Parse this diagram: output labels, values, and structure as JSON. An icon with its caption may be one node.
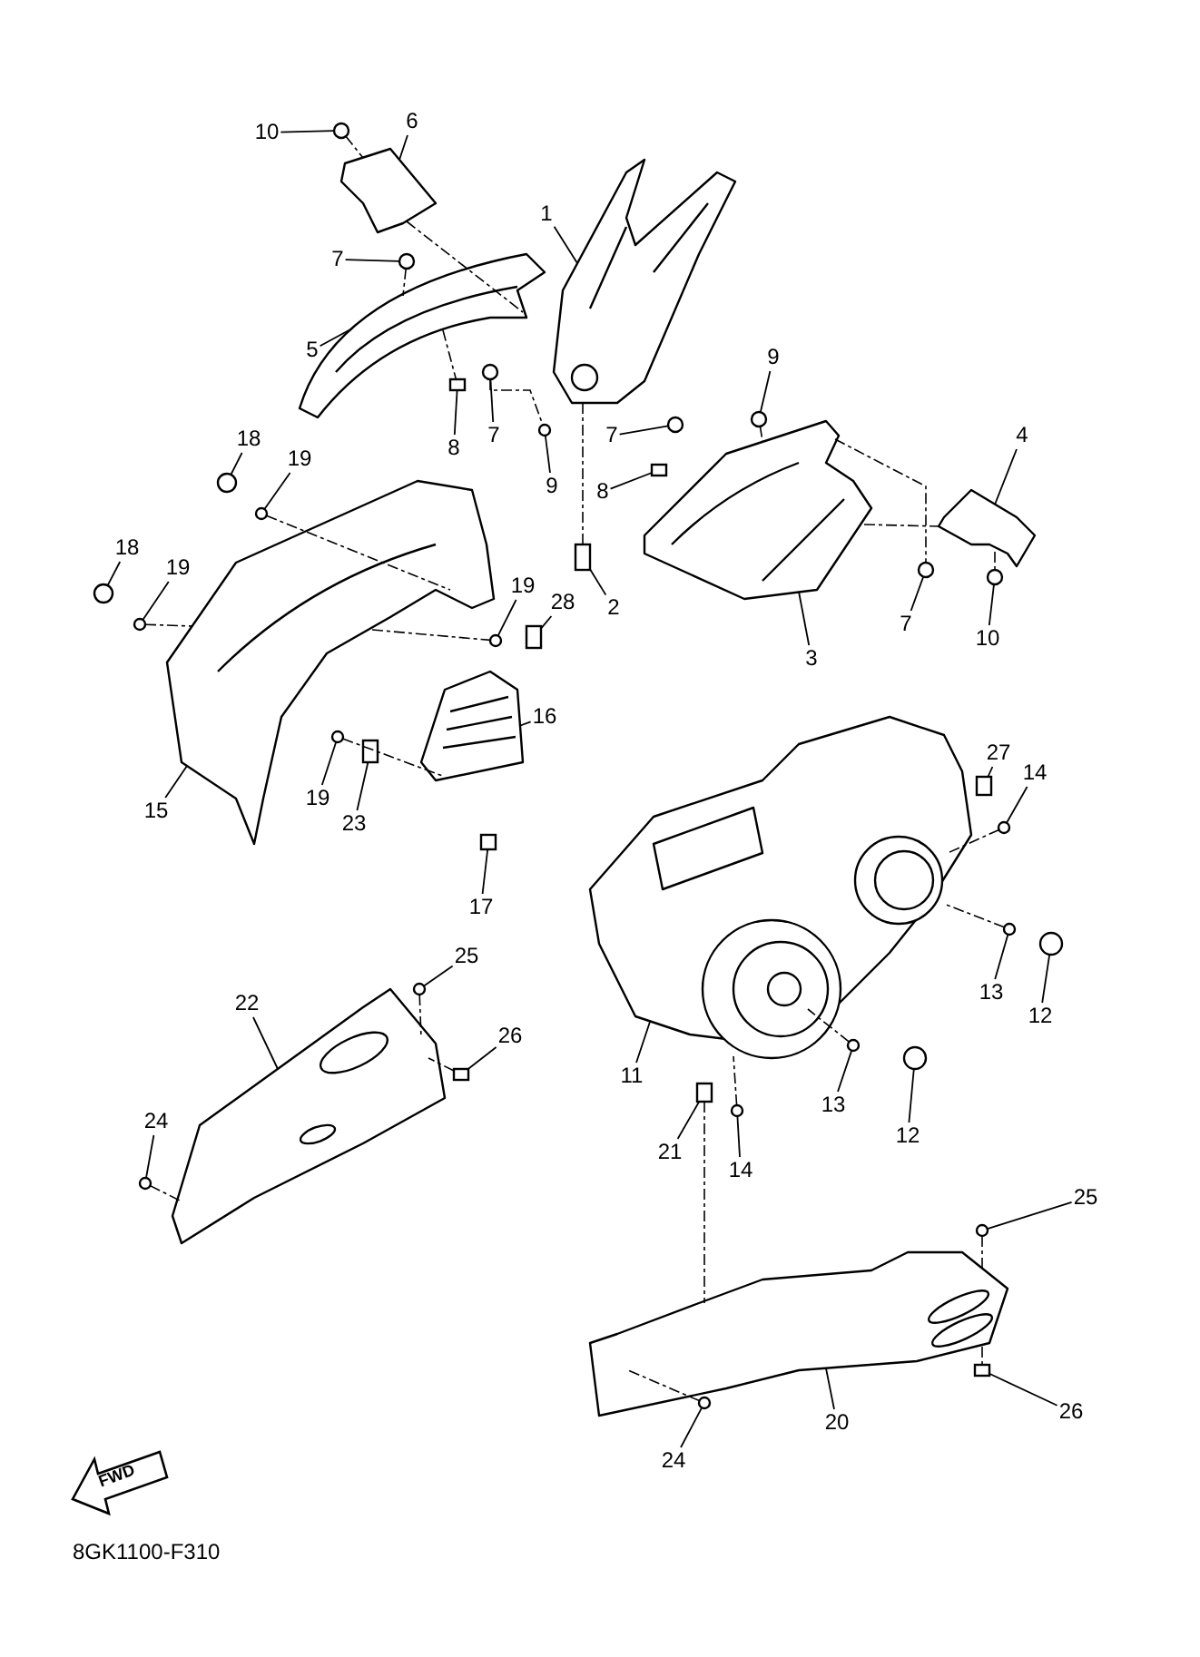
{
  "diagram": {
    "nodes": [
      {
        "text": [
          "10"
        ]
      },
      {
        "text": [
          "6"
        ]
      },
      {
        "text": [
          "1"
        ]
      },
      {
        "text": [
          "7"
        ]
      },
      {
        "text": [
          "5"
        ]
      },
      {
        "text": [
          "9"
        ]
      },
      {
        "text": [
          "7"
        ]
      },
      {
        "text": [
          "7"
        ]
      },
      {
        "text": [
          "8"
        ]
      },
      {
        "text": [
          "9"
        ]
      },
      {
        "text": [
          "18"
        ]
      },
      {
        "text": [
          "19"
        ]
      },
      {
        "text": [
          "8"
        ]
      },
      {
        "text": [
          "4"
        ]
      },
      {
        "text": [
          "18"
        ]
      },
      {
        "text": [
          "19"
        ]
      },
      {
        "text": [
          "19"
        ]
      },
      {
        "text": [
          "28"
        ]
      },
      {
        "text": [
          "2"
        ]
      },
      {
        "text": [
          "3"
        ]
      },
      {
        "text": [
          "7"
        ]
      },
      {
        "text": [
          "10"
        ]
      },
      {
        "text": [
          "16"
        ]
      },
      {
        "text": [
          "15"
        ]
      },
      {
        "text": [
          "19"
        ]
      },
      {
        "text": [
          "23"
        ]
      },
      {
        "text": [
          "27"
        ]
      },
      {
        "text": [
          "14"
        ]
      },
      {
        "text": [
          "17"
        ]
      },
      {
        "text": [
          "25"
        ]
      },
      {
        "text": [
          "22"
        ]
      },
      {
        "text": [
          "11"
        ]
      },
      {
        "text": [
          "13"
        ]
      },
      {
        "text": [
          "12"
        ]
      },
      {
        "text": [
          "26"
        ]
      },
      {
        "text": [
          "13"
        ]
      },
      {
        "text": [
          "12"
        ]
      },
      {
        "text": [
          "21"
        ]
      },
      {
        "text": [
          "14"
        ]
      },
      {
        "text": [
          "24"
        ]
      },
      {
        "text": [
          "25"
        ]
      },
      {
        "text": [
          "20"
        ]
      },
      {
        "text": [
          "24"
        ]
      },
      {
        "text": [
          "26"
        ]
      },
      {
        "text": [],
        "shape": "circle"
      },
      {
        "text": [],
        "shape": "picture"
      },
      {
        "text": [],
        "shape": "picture"
      },
      {
        "text": [],
        "shape": "circle"
      },
      {
        "text": [],
        "shape": "picture"
      },
      {
        "text": [],
        "shape": "circle"
      },
      {
        "text": [],
        "shape": "circle"
      },
      {
        "text": [],
        "shape": "circle"
      },
      {
        "text": [],
        "shape": "box"
      },
      {
        "text": [],
        "shape": "circle"
      },
      {
        "text": [],
        "shape": "circle"
      },
      {
        "text": [],
        "shape": "circle"
      },
      {
        "text": [],
        "shape": "box"
      },
      {
        "text": [],
        "shape": "picture"
      },
      {
        "text": [],
        "shape": "circle"
      },
      {
        "text": [],
        "shape": "circle"
      },
      {
        "text": [],
        "shape": "circle"
      },
      {
        "text": [],
        "shape": "box"
      },
      {
        "text": [],
        "shape": "box"
      },
      {
        "text": [],
        "shape": "picture"
      },
      {
        "text": [],
        "shape": "circle"
      },
      {
        "text": [],
        "shape": "circle"
      },
      {
        "text": [],
        "shape": "picture"
      },
      {
        "text": [],
        "shape": "picture"
      },
      {
        "text": [],
        "shape": "circle"
      },
      {
        "text": [],
        "shape": "box"
      },
      {
        "text": [],
        "shape": "box"
      },
      {
        "text": [],
        "shape": "circle"
      },
      {
        "text": [],
        "shape": "box"
      },
      {
        "text": [],
        "shape": "circle"
      },
      {
        "text": [],
        "shape": "picture"
      },
      {
        "text": [],
        "shape": "picture"
      },
      {
        "text": [],
        "shape": "circle"
      },
      {
        "text": [],
        "shape": "circle"
      },
      {
        "text": [],
        "shape": "box"
      },
      {
        "text": [],
        "shape": "circle"
      },
      {
        "text": [],
        "shape": "circle"
      },
      {
        "text": [],
        "shape": "box"
      },
      {
        "text": [],
        "shape": "circle"
      },
      {
        "text": [],
        "shape": "circle"
      },
      {
        "text": [],
        "shape": "circle"
      },
      {
        "text": [],
        "shape": "picture"
      },
      {
        "text": [],
        "shape": "circle"
      },
      {
        "text": [],
        "shape": "box"
      }
    ],
    "edges": [
      {
        "from": 0,
        "to": 44,
        "arrow": "none"
      },
      {
        "from": 1,
        "to": 45,
        "arrow": "none"
      },
      {
        "from": 2,
        "to": 46,
        "arrow": "none"
      },
      {
        "from": 3,
        "to": 47,
        "arrow": "none"
      },
      {
        "from": 4,
        "to": 48,
        "arrow": "none"
      },
      {
        "from": 5,
        "to": 49,
        "arrow": "none"
      },
      {
        "from": 6,
        "to": 50,
        "arrow": "none"
      },
      {
        "from": 7,
        "to": 51,
        "arrow": "none"
      },
      {
        "from": 8,
        "to": 52,
        "arrow": "none"
      },
      {
        "from": 9,
        "to": 53,
        "arrow": "none"
      },
      {
        "from": 10,
        "to": 54,
        "arrow": "none"
      },
      {
        "from": 11,
        "to": 55,
        "arrow": "none"
      },
      {
        "from": 12,
        "to": 56,
        "arrow": "none"
      },
      {
        "from": 13,
        "to": 57,
        "arrow": "none"
      },
      {
        "from": 14,
        "to": 58,
        "arrow": "none"
      },
      {
        "from": 15,
        "to": 59,
        "arrow": "none"
      },
      {
        "from": 16,
        "to": 60,
        "arrow": "none"
      },
      {
        "from": 17,
        "to": 61,
        "arrow": "none"
      },
      {
        "from": 18,
        "to": 62,
        "arrow": "none"
      },
      {
        "from": 19,
        "to": 63,
        "arrow": "none"
      },
      {
        "from": 20,
        "to": 64,
        "arrow": "none"
      },
      {
        "from": 21,
        "to": 65,
        "arrow": "none"
      },
      {
        "from": 22,
        "to": 66,
        "arrow": "none"
      },
      {
        "from": 23,
        "to": 67,
        "arrow": "none"
      },
      {
        "from": 24,
        "to": 68,
        "arrow": "none"
      },
      {
        "from": 25,
        "to": 69,
        "arrow": "none"
      },
      {
        "from": 26,
        "to": 70,
        "arrow": "none"
      },
      {
        "from": 27,
        "to": 71,
        "arrow": "none"
      },
      {
        "from": 28,
        "to": 72,
        "arrow": "none"
      },
      {
        "from": 29,
        "to": 73,
        "arrow": "none"
      },
      {
        "from": 30,
        "to": 74,
        "arrow": "none"
      },
      {
        "from": 31,
        "to": 75,
        "arrow": "none"
      },
      {
        "from": 32,
        "to": 76,
        "arrow": "none"
      },
      {
        "from": 33,
        "to": 77,
        "arrow": "none"
      },
      {
        "from": 34,
        "to": 78,
        "arrow": "none"
      },
      {
        "from": 35,
        "to": 79,
        "arrow": "none"
      },
      {
        "from": 36,
        "to": 80,
        "arrow": "none"
      },
      {
        "from": 37,
        "to": 81,
        "arrow": "none"
      },
      {
        "from": 38,
        "to": 82,
        "arrow": "none"
      },
      {
        "from": 39,
        "to": 83,
        "arrow": "none"
      },
      {
        "from": 40,
        "to": 84,
        "arrow": "none"
      },
      {
        "from": 41,
        "to": 85,
        "arrow": "none"
      },
      {
        "from": 42,
        "to": 86,
        "arrow": "none"
      },
      {
        "from": 43,
        "to": 87,
        "arrow": "none"
      },
      {
        "from": 44,
        "to": 45,
        "arrow": "none",
        "style": "dashed"
      },
      {
        "from": 45,
        "to": 48,
        "arrow": "none",
        "style": "dashed"
      },
      {
        "from": 47,
        "to": 48,
        "arrow": "none",
        "style": "dashed"
      },
      {
        "from": 51,
        "to": 53,
        "arrow": "none",
        "style": "dashed"
      },
      {
        "from": 46,
        "to": 62,
        "arrow": "none",
        "style": "dashed"
      },
      {
        "from": 49,
        "to": 63,
        "arrow": "none",
        "style": "dashed"
      },
      {
        "from": 63,
        "to": 64,
        "arrow": "none",
        "style": "dashed"
      },
      {
        "from": 57,
        "to": 65,
        "arrow": "none",
        "style": "dashed"
      },
      {
        "from": 55,
        "to": 67,
        "arrow": "none",
        "style": "dashed"
      },
      {
        "from": 59,
        "to": 67,
        "arrow": "none",
        "style": "dashed"
      },
      {
        "from": 68,
        "to": 66,
        "arrow": "none",
        "style": "dashed"
      },
      {
        "from": 71,
        "to": 75,
        "arrow": "none",
        "style": "dashed"
      },
      {
        "from": 76,
        "to": 75,
        "arrow": "none",
        "style": "dashed"
      },
      {
        "from": 79,
        "to": 75,
        "arrow": "none",
        "style": "dashed"
      },
      {
        "from": 82,
        "to": 75,
        "arrow": "none",
        "style": "dashed"
      },
      {
        "from": 81,
        "to": 85,
        "arrow": "none",
        "style": "dashed"
      },
      {
        "from": 73,
        "to": 74,
        "arrow": "none",
        "style": "dashed"
      },
      {
        "from": 78,
        "to": 74,
        "arrow": "none",
        "style": "dashed"
      },
      {
        "from": 84,
        "to": 85,
        "arrow": "none",
        "style": "dashed"
      },
      {
        "from": 86,
        "to": 85,
        "arrow": "none",
        "style": "dashed"
      },
      {
        "from": 83,
        "to": 74,
        "arrow": "none",
        "style": "dashed"
      },
      {
        "from": 48,
        "to": 52,
        "arrow": "none",
        "style": "dashed"
      },
      {
        "from": 63,
        "to": 57,
        "arrow": "none",
        "style": "dashed"
      },
      {
        "from": 67,
        "to": 60,
        "arrow": "none",
        "style": "dashed"
      },
      {
        "from": 85,
        "to": 87,
        "arrow": "none",
        "style": "dashed"
      }
    ],
    "labels": [
      "FWD",
      "8GK1100-F310"
    ]
  }
}
